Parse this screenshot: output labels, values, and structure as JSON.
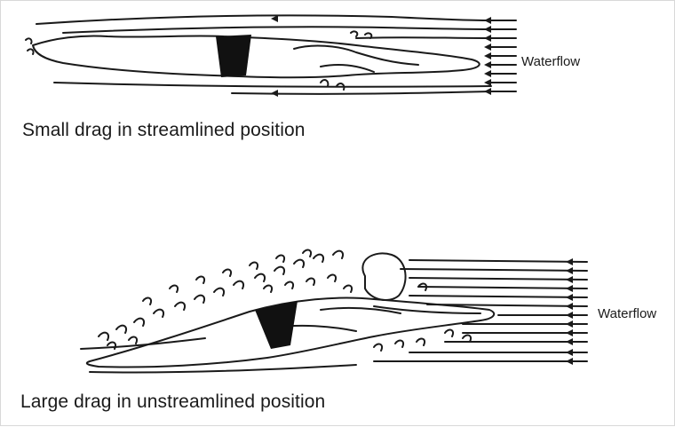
{
  "figure": {
    "top": {
      "caption": "Small drag in streamlined position",
      "flow_label": "Waterflow"
    },
    "bottom": {
      "caption": "Large drag in unstreamlined position",
      "flow_label": "Waterflow"
    }
  },
  "colors": {
    "ink": "#1a1a1a",
    "background": "#ffffff"
  }
}
